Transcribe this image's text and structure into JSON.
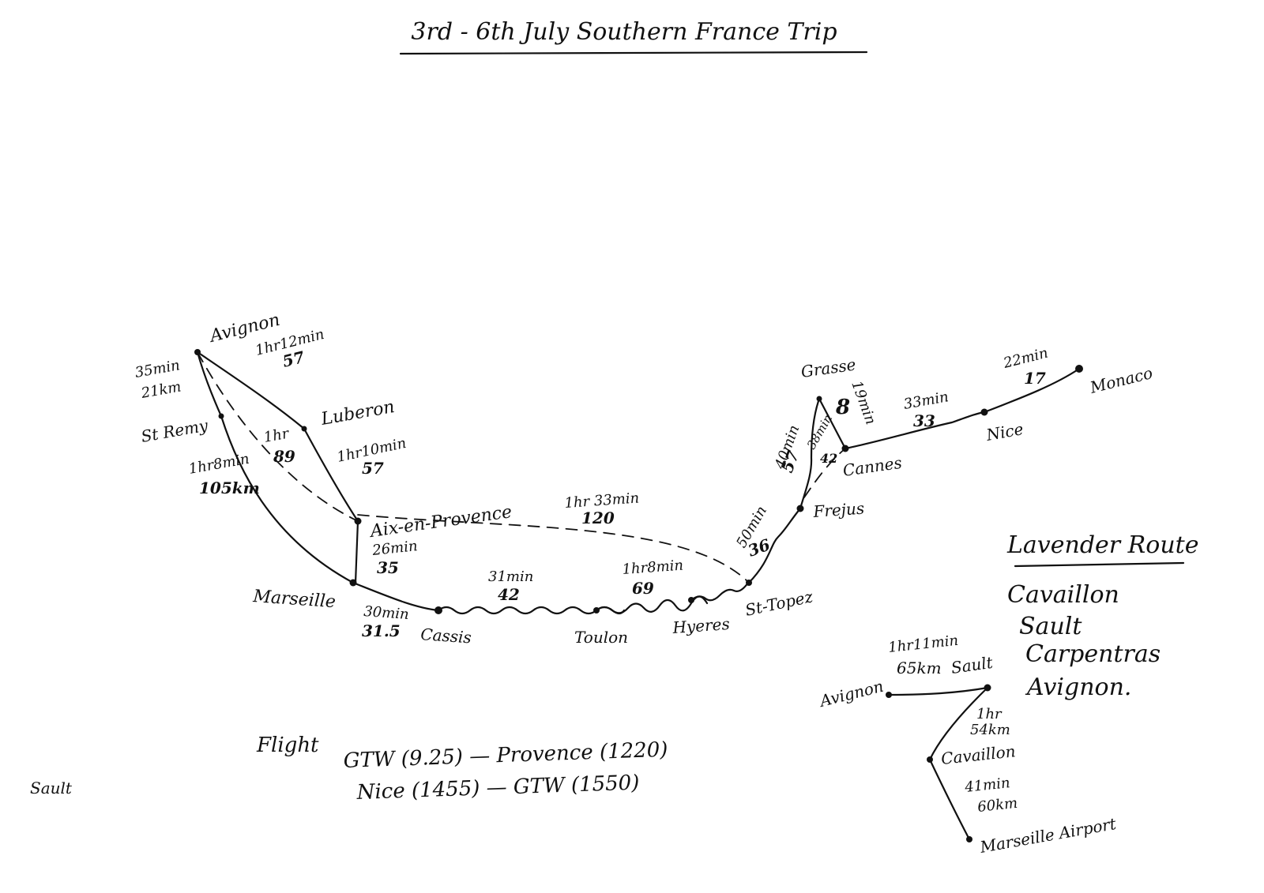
{
  "title": "3rd - 6th July Southern France Trip",
  "places": {
    "avignon": "Avignon",
    "st_remy": "St Remy",
    "luberon": "Luberon",
    "aix": "Aix-en-Provence",
    "marseille": "Marseille",
    "cassis": "Cassis",
    "toulon": "Toulon",
    "hyeres": "Hyeres",
    "st_topez": "St-Topez",
    "frejus": "Frejus",
    "grasse": "Grasse",
    "cannes": "Cannes",
    "nice": "Nice",
    "monaco": "Monaco"
  },
  "legs": {
    "avignon_luberon": {
      "time": "1hr12min",
      "km": "57"
    },
    "avignon_stremy": {
      "time": "35min",
      "km": "21km"
    },
    "avignon_aix": {
      "time": "1hr",
      "km": "89"
    },
    "stremy_marseille": {
      "time": "1hr8min",
      "km": "105km"
    },
    "luberon_aix": {
      "time": "1hr10min",
      "km": "57"
    },
    "aix_marseille": {
      "time": "26min",
      "km": "35"
    },
    "aix_sttopez": {
      "time": "1hr 33min",
      "km": "120"
    },
    "marseille_cassis": {
      "time": "30min",
      "km": "31.5"
    },
    "cassis_toulon": {
      "time": "31min",
      "km": "42"
    },
    "toulon_hyeres": {
      "time": "1hr8min",
      "km": "69"
    },
    "sttopez_frejus": {
      "time": "50min",
      "km": "36"
    },
    "frejus_grasse": {
      "time": "40min",
      "km": "57"
    },
    "grasse_cannes": {
      "time": "38min",
      "km": "42"
    },
    "grasse_cannes_b": {
      "time": "19min",
      "km": "8"
    },
    "cannes_nice": {
      "time": "33min",
      "km": "33"
    },
    "nice_monaco": {
      "time": "22min",
      "km": "17"
    }
  },
  "flight": {
    "label": "Flight",
    "outbound": "GTW (9.25) — Provence (1220)",
    "return": "Nice (1455) — GTW (1550)"
  },
  "side_note": "Sault",
  "lavender": {
    "heading": "Lavender Route",
    "items": [
      "Cavaillon",
      "Sault",
      "Carpentras",
      "Avignon."
    ],
    "places": {
      "avignon": "Avignon",
      "sault": "Sault",
      "cavaillon": "Cavaillon",
      "airport": "Marseille Airport"
    },
    "legs": {
      "avignon_sault": {
        "time": "1hr11min",
        "km": "65km"
      },
      "sault_cavaillon": {
        "time": "1hr",
        "km": "54km"
      },
      "cavaillon_airport": {
        "time": "41min",
        "km": "60km"
      }
    }
  }
}
